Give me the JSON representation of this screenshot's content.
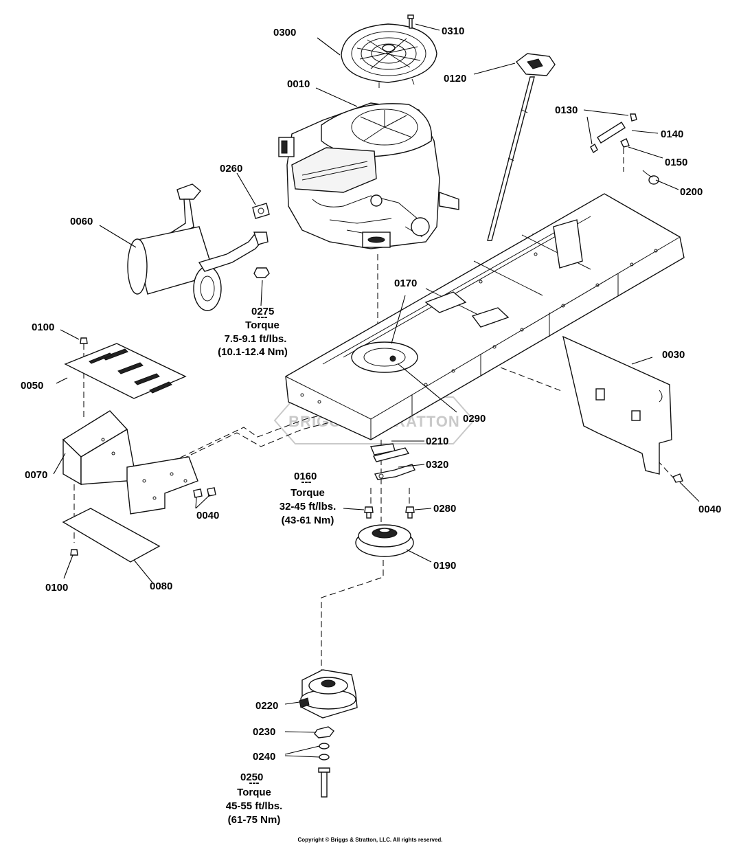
{
  "labels": {
    "p0300": "0300",
    "p0310": "0310",
    "p0120": "0120",
    "p0010": "0010",
    "p0130": "0130",
    "p0140": "0140",
    "p0150": "0150",
    "p0200": "0200",
    "p0260": "0260",
    "p0060": "0060",
    "p0275": "0275",
    "p0170": "0170",
    "p0100a": "0100",
    "p0050": "0050",
    "p0030": "0030",
    "p0290": "0290",
    "p0070": "0070",
    "p0210": "0210",
    "p0320": "0320",
    "p0160": "0160",
    "p0040a": "0040",
    "p0280": "0280",
    "p0040b": "0040",
    "p0190": "0190",
    "p0100b": "0100",
    "p0080": "0080",
    "p0220": "0220",
    "p0230": "0230",
    "p0240": "0240",
    "p0250": "0250"
  },
  "notes": {
    "n0275": {
      "sep": "---",
      "torque": "Torque",
      "imperial": "7.5-9.1 ft/lbs.",
      "metric": "(10.1-12.4 Nm)"
    },
    "n0160": {
      "sep": "---",
      "torque": "Torque",
      "imperial": "32-45 ft/lbs.",
      "metric": "(43-61 Nm)"
    },
    "n0250": {
      "sep": "---",
      "torque": "Torque",
      "imperial": "45-55 ft/lbs.",
      "metric": "(61-75 Nm)"
    }
  },
  "watermark": "BRIGGS & STRATTON",
  "copyright": "Copyright © Briggs & Stratton, LLC. All rights reserved."
}
